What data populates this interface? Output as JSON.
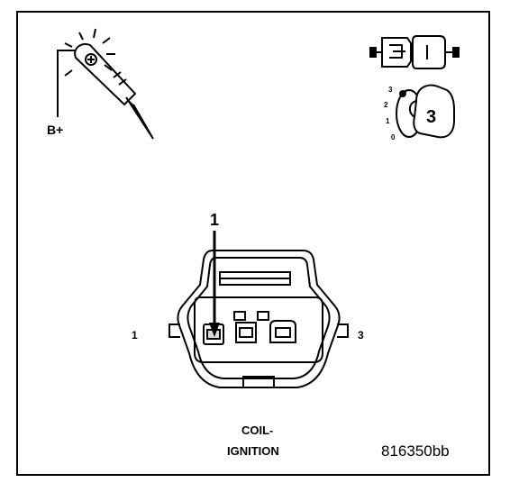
{
  "test_light": {
    "ground_label": "B+"
  },
  "ignition_key": {
    "position_labels": [
      "3",
      "2",
      "1",
      "0"
    ],
    "key_number": "3"
  },
  "connector": {
    "terminal_callout": "1",
    "left_pin_label": "1",
    "right_pin_label": "3"
  },
  "caption": {
    "line1": "COIL-",
    "line2": "IGNITION"
  },
  "figure_id": "816350bb",
  "colors": {
    "line": "#000000",
    "background": "#ffffff"
  }
}
